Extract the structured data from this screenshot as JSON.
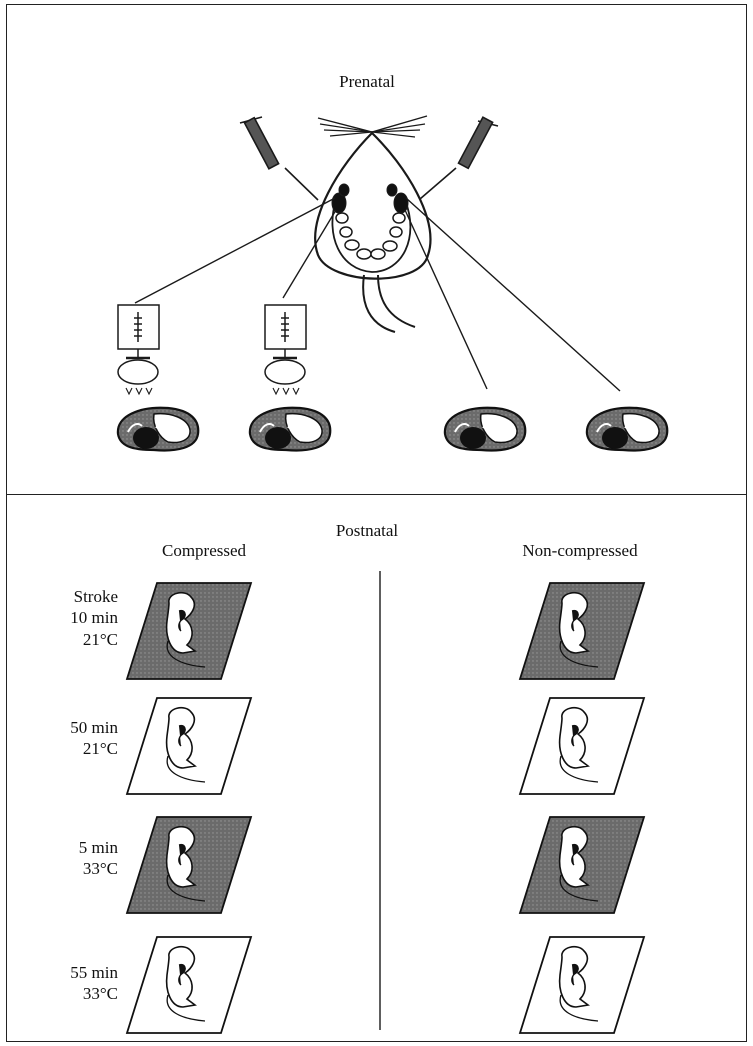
{
  "prenatal": {
    "title": "Prenatal"
  },
  "postnatal": {
    "title": "Postnatal",
    "columns": [
      "Compressed",
      "Non-compressed"
    ],
    "rows": [
      {
        "lines": [
          "Stroke",
          "10 min",
          "21°C"
        ],
        "fill": "dark"
      },
      {
        "lines": [
          "50 min",
          "21°C"
        ],
        "fill": "light"
      },
      {
        "lines": [
          "5 min",
          "33°C"
        ],
        "fill": "dark"
      },
      {
        "lines": [
          "55 min",
          "33°C"
        ],
        "fill": "light"
      }
    ]
  },
  "colors": {
    "line": "#1a1a1a",
    "dark_fill": "#6b6b6b",
    "light_fill": "#ffffff"
  }
}
